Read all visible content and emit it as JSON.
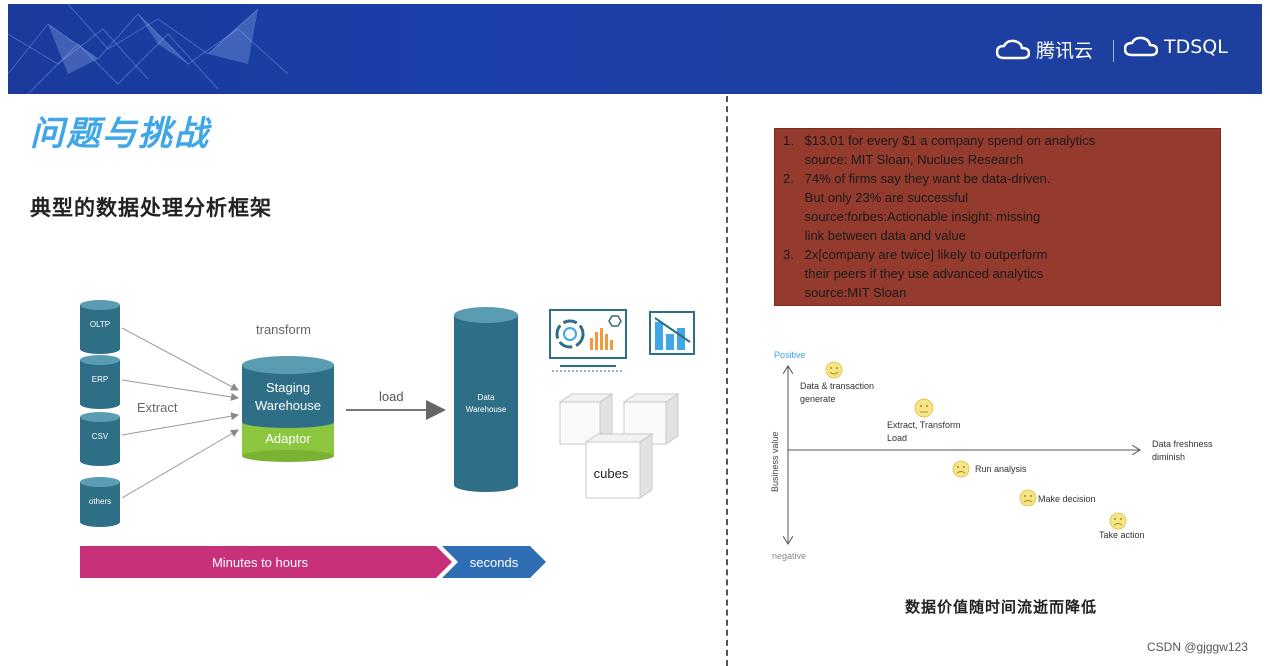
{
  "header": {
    "brand1": "腾讯云",
    "brand2": "TDSQL"
  },
  "title": "问题与挑战",
  "subtitle": "典型的数据处理分析框架",
  "pipeline": {
    "sources": [
      "OLTP",
      "ERP",
      "CSV",
      "others"
    ],
    "extract_label": "Extract",
    "transform_label": "transform",
    "staging_label_1": "Staging",
    "staging_label_2": "Warehouse",
    "adaptor_label": "Adaptor",
    "load_label": "load",
    "warehouse_label_1": "Data",
    "warehouse_label_2": "Warehouse",
    "cubes_label": "cubes",
    "timeline_slow": "Minutes to hours",
    "timeline_fast": "seconds"
  },
  "note": {
    "lines": [
      "1.   $13.01 for every $1 a company spend on analytics",
      "      source: MIT Sloan, Nuclues Research",
      "2.   74% of firms say they want be data-driven.",
      "      But only 23% are successful",
      "      source:forbes:Actionable insight: missing",
      "      link between data and value",
      "3.   2x[company are twice] likely to outperform",
      "      their peers if they use advanced analytics",
      "      source:MIT Sloan"
    ]
  },
  "value_chart": {
    "y_positive": "Positive",
    "y_negative": "negative",
    "y_axis_label": "Business  value",
    "x_axis_label_1": "Data freshness",
    "x_axis_label_2": "diminish",
    "steps": [
      {
        "label_1": "Data & transaction",
        "label_2": "generate"
      },
      {
        "label_1": "Extract, Transform",
        "label_2": "Load"
      },
      {
        "label_1": "Run analysis",
        "label_2": ""
      },
      {
        "label_1": "Make decision",
        "label_2": ""
      },
      {
        "label_1": "Take action",
        "label_2": ""
      }
    ],
    "caption": "数据价值随时间流逝而降低"
  },
  "watermark": "CSDN @gjggw123",
  "colors": {
    "banner": "#1b3fa8",
    "title": "#3fa6e8",
    "cylinder": "#2e6e86",
    "cylinder_top": "#5a9db3",
    "adaptor": "#8cc63f",
    "timeline_slow": "#c8317a",
    "timeline_fast": "#2f6db5",
    "note_bg": "#943b2e",
    "face": "#f5e58a"
  }
}
